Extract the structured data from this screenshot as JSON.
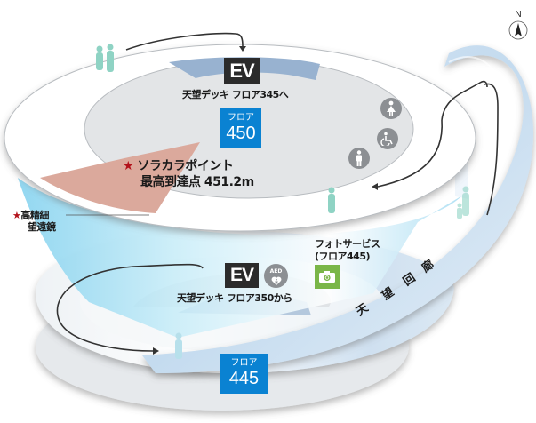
{
  "map": {
    "compass": {
      "label": "N"
    },
    "upper_level": {
      "elevator": {
        "label": "EV",
        "caption": "天望デッキ フロア345へ"
      },
      "floor_badge": {
        "prefix": "フロア",
        "number": "450"
      },
      "highlight": {
        "star": "★",
        "title": "ソラカラポイント",
        "subtitle": "最高到達点 451.2m"
      },
      "restrooms": [
        {
          "icon": "womens-restroom-icon"
        },
        {
          "icon": "accessible-restroom-icon"
        },
        {
          "icon": "mens-restroom-icon"
        }
      ]
    },
    "telescope": {
      "star": "★",
      "line1": "高精細",
      "line2": "望遠鏡"
    },
    "lower_level": {
      "elevator": {
        "label": "EV",
        "caption": "天望デッキ フロア350から"
      },
      "aed": {
        "label": "AED"
      },
      "photo_service": {
        "line1": "フォトサービス",
        "line2": "(フロア445)"
      },
      "floor_badge": {
        "prefix": "フロア",
        "number": "445"
      }
    },
    "corridor": {
      "chars": [
        "天",
        "望",
        "回",
        "廊"
      ]
    },
    "colors": {
      "floor_blue": "#0a82d2",
      "ev_dark": "#2b2b2b",
      "star_red": "#b3121b",
      "highlight_pink": "#dba99c",
      "elevator_band": "#98b2d0",
      "photo_green": "#7ab648",
      "icon_gray": "#8c8f93",
      "corridor_blue": "#cfe3f3",
      "glass_cyan": "#8fd6ef",
      "people_teal": "#8fd3c4"
    }
  }
}
